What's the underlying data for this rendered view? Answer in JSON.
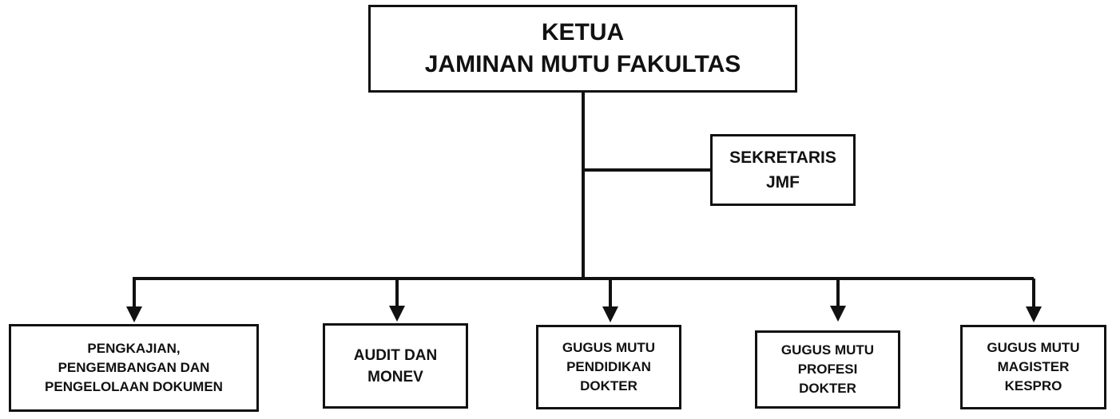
{
  "nodes": {
    "ketua": {
      "lines": [
        "KETUA",
        "JAMINAN MUTU FAKULTAS"
      ]
    },
    "sekretaris": {
      "lines": [
        "SEKRETARIS",
        "JMF"
      ]
    },
    "pengkajian": {
      "lines": [
        "PENGKAJIAN,",
        "PENGEMBANGAN DAN",
        "PENGELOLAAN DOKUMEN"
      ]
    },
    "audit": {
      "lines": [
        "AUDIT DAN",
        "MONEV"
      ]
    },
    "pendidikan": {
      "lines": [
        "GUGUS MUTU",
        "PENDIDIKAN",
        "DOKTER"
      ]
    },
    "profesi": {
      "lines": [
        "GUGUS MUTU",
        "PROFESI",
        "DOKTER"
      ]
    },
    "kespro": {
      "lines": [
        "GUGUS MUTU",
        "MAGISTER",
        "KESPRO"
      ]
    }
  },
  "edges": [
    {
      "from": "ketua",
      "to": "sekretaris",
      "style": "line"
    },
    {
      "from": "ketua",
      "to": "pengkajian",
      "style": "arrow"
    },
    {
      "from": "ketua",
      "to": "audit",
      "style": "arrow"
    },
    {
      "from": "ketua",
      "to": "pendidikan",
      "style": "arrow"
    },
    {
      "from": "ketua",
      "to": "profesi",
      "style": "arrow"
    },
    {
      "from": "ketua",
      "to": "kespro",
      "style": "arrow"
    }
  ],
  "colors": {
    "stroke": "#111111",
    "background": "#ffffff",
    "text": "#111111"
  }
}
